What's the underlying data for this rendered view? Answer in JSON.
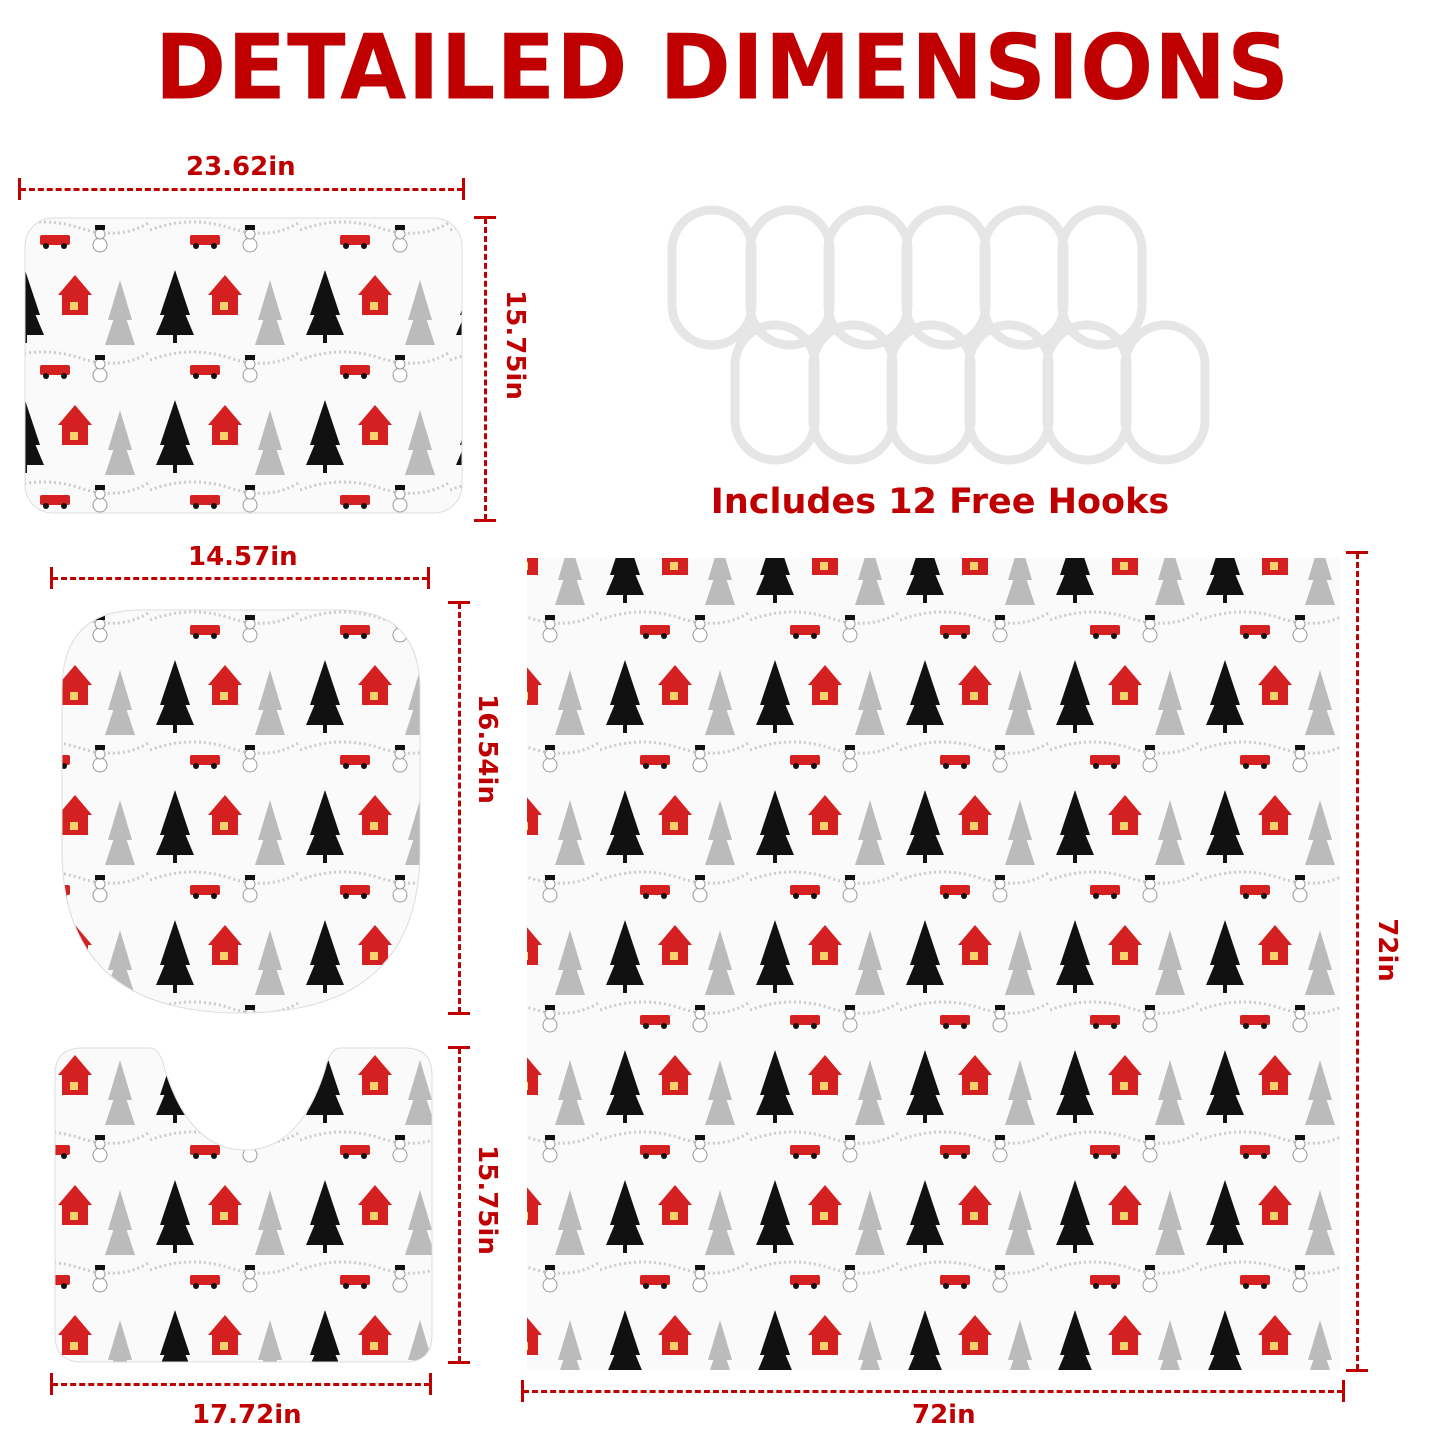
{
  "title": "DETAILED DIMENSIONS",
  "bath_mat": {
    "width": "23.62in",
    "height": "15.75in"
  },
  "lid_cover": {
    "width": "14.57in",
    "height": "16.54in"
  },
  "contour_mat": {
    "width": "17.72in",
    "height": "15.75in"
  },
  "curtain": {
    "width": "72in",
    "height": "72in"
  },
  "hooks": {
    "caption": "Includes 12 Free Hooks",
    "count": 12
  },
  "colors": {
    "accent": "#c00000",
    "tree_dark": "#111111",
    "tree_light": "#b8b8b8",
    "house": "#d42020"
  }
}
